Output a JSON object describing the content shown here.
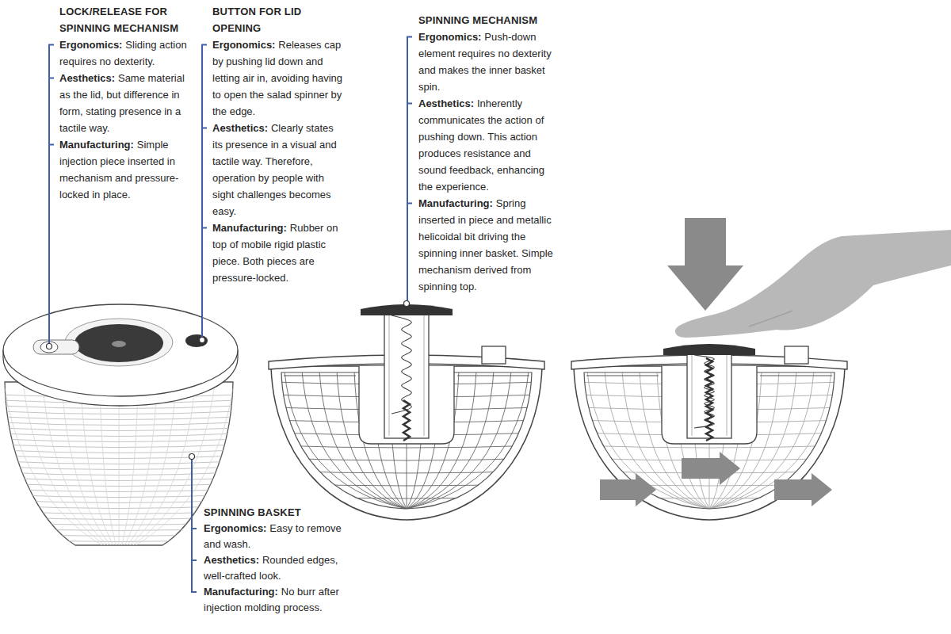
{
  "diagram": {
    "labels": [
      "LOCK/RELEASE FOR SPINNING MECHANISM",
      "Ergonomics:",
      "Sliding action requires no dexterity.",
      "Aesthetics:",
      "Same material as the lid, but difference in form, stating presence in a tactile way.",
      "Manufacturing:",
      "Simple injection piece inserted in mechanism and pressure-locked in place.",
      "BUTTON FOR LID OPENING",
      "Ergonomics:",
      "Releases cap by pushing lid down and letting air in, avoiding having to open the salad spinner by the edge.",
      "Aesthetics:",
      "Clearly states its presence in a visual and tactile way. Therefore, operation by people with sight challenges becomes easy.",
      "Manufacturing:",
      "Rubber on top of mobile rigid plastic piece. Both pieces are pressure-locked.",
      "SPINNING MECHANISM",
      "Ergonomics:",
      "Push-down element requires no dexterity and makes the inner basket spin.",
      "Aesthetics:",
      "Inherently communicates the action of pushing down. This action produces resistance and sound feedback, enhancing the experience.",
      "Manufacturing:",
      "Spring inserted in piece and metallic helicoidal bit driving the spinning inner basket. Simple mechanism derived from spinning top.",
      "SPINNING BASKET",
      "Ergonomics:",
      "Easy to remove and wash.",
      "Aesthetics:",
      "Rounded edges, well-crafted look.",
      "Manufacturing:",
      "No burr after injection molding process."
    ]
  }
}
